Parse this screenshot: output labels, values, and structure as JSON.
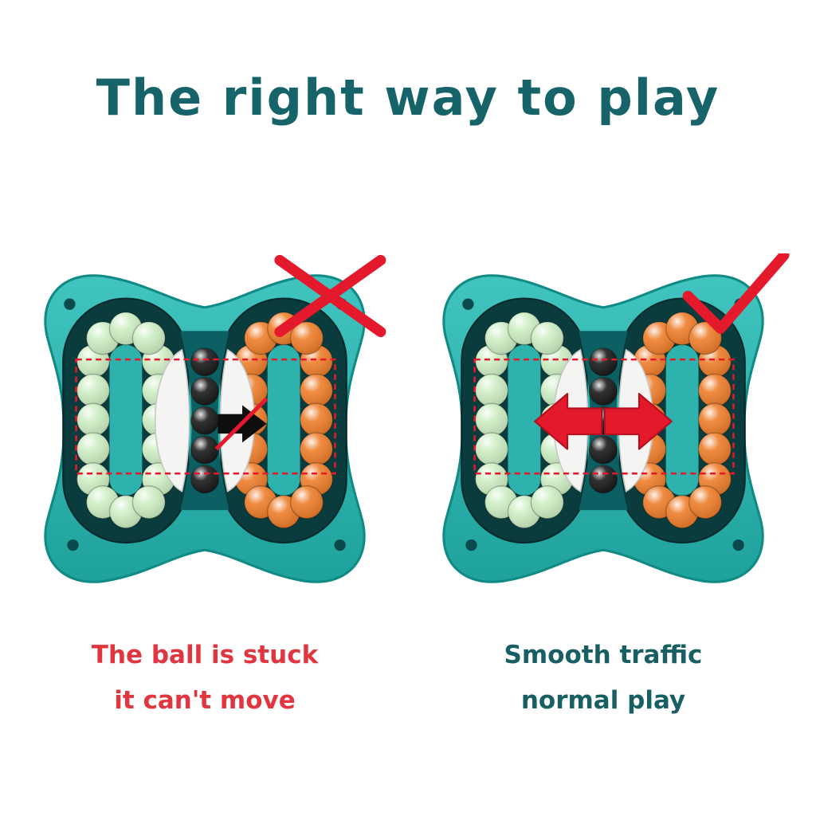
{
  "title": "The right way to play",
  "panels": {
    "wrong": {
      "mark": "cross",
      "caption_line1": "The ball is stuck",
      "caption_line2": "it can't move"
    },
    "right": {
      "mark": "check",
      "caption_line1": "Smooth traffic",
      "caption_line2": "normal play"
    }
  },
  "colors": {
    "title_text": "#16646a",
    "wrong_caption_text": "#e1353f",
    "right_caption_text": "#175f63",
    "toy_body_light": "#41c4bf",
    "toy_body_dark": "#1fa19c",
    "toy_body_edge": "#0f8a85",
    "track_channel": "#0a3b3d",
    "track_inner": "#2db2ad",
    "bead_green": "#cdeec3",
    "bead_orange": "#ee7c28",
    "bead_black": "#161616",
    "mechanism_dark": "#0c5f62",
    "mechanism_white": "#f4f4f2",
    "mark_red": "#e4192b",
    "blocked_arrow_black": "#0e0e0e",
    "screw": "#0a4a4c"
  }
}
